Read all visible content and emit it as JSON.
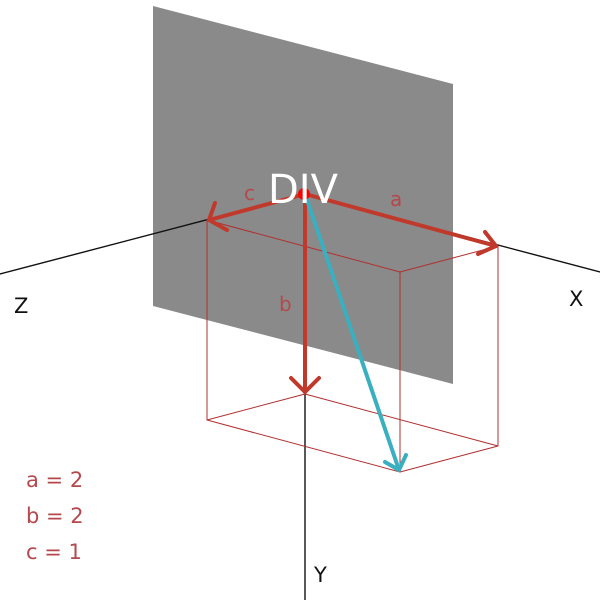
{
  "colors": {
    "vector": "#c0392b",
    "box_edge": "#b03030",
    "diagonal": "#3aafbf",
    "plane": "#8a8a8a",
    "axis": "#111111",
    "origin": "#ff0000",
    "label_text": "#b5484c"
  },
  "element_label": "DIV",
  "axes": {
    "x_label": "X",
    "y_label": "Y",
    "z_label": "Z"
  },
  "vectors": {
    "a_label": "a",
    "b_label": "b",
    "c_label": "c"
  },
  "legend": [
    {
      "text": "a = 2"
    },
    {
      "text": "b = 2"
    },
    {
      "text": "c = 1"
    }
  ]
}
